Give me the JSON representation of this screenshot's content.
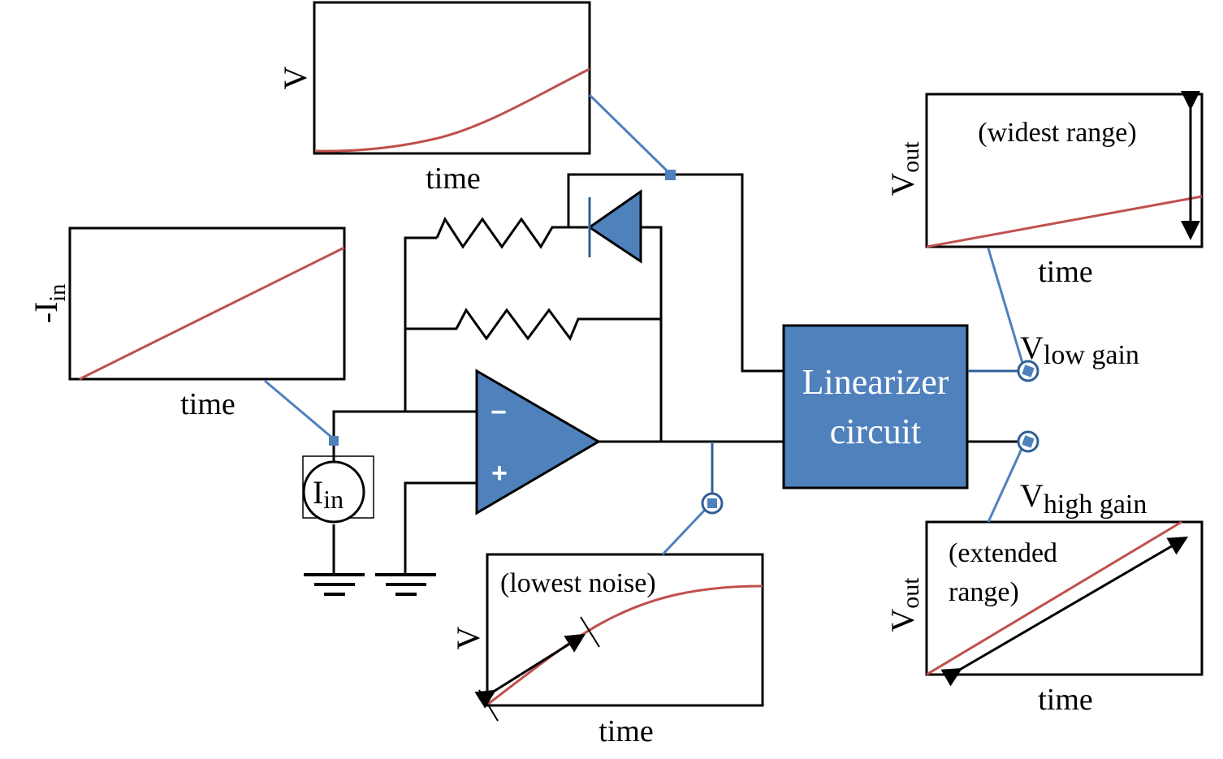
{
  "colors": {
    "wire": "#000000",
    "accent_blue": "#4f81bd",
    "dark_blue": "#2f5f95",
    "curve_red": "#c0504d",
    "text_white": "#ffffff"
  },
  "circuit": {
    "source_label_main": "I",
    "source_label_sub": "in",
    "opamp_minus": "−",
    "opamp_plus": "+",
    "block_line1": "Linearizer",
    "block_line2": "circuit",
    "out_low_main": "V",
    "out_low_sub": "low  gain",
    "out_high_main": "V",
    "out_high_sub": "high gain",
    "components": [
      "current-source",
      "resistor-diode-branch",
      "feedback-resistor",
      "op-amp",
      "linearizer-block",
      "ground",
      "ground"
    ]
  },
  "plots": {
    "input_current": {
      "ylabel_main": "-I",
      "ylabel_sub": "in",
      "xlabel": "time",
      "annotation": "",
      "shape": "linear-rise"
    },
    "log_voltage": {
      "ylabel_main": "V",
      "ylabel_sub": "",
      "xlabel": "time",
      "annotation": "",
      "shape": "exponential-rise"
    },
    "opamp_output": {
      "ylabel_main": "V",
      "ylabel_sub": "",
      "xlabel": "time",
      "annotation": "(lowest noise)",
      "shape": "saturating-rise"
    },
    "low_gain": {
      "ylabel_main": "V",
      "ylabel_sub": "out",
      "xlabel": "time",
      "annotation": "(widest range)",
      "shape": "shallow-linear"
    },
    "high_gain": {
      "ylabel_main": "V",
      "ylabel_sub": "out",
      "xlabel": "time",
      "annotation_line1": "(extended",
      "annotation_line2": "range)",
      "shape": "steep-linear"
    }
  }
}
